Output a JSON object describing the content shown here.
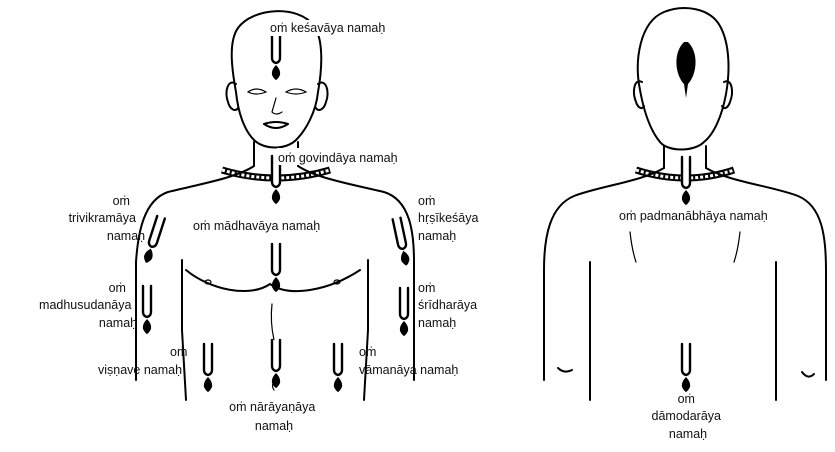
{
  "front_figure": {
    "labels": [
      {
        "id": "kesava",
        "lines": [
          "oṁ keśavāya namaḥ"
        ]
      },
      {
        "id": "govinda",
        "lines": [
          "oṁ govindāya namaḥ"
        ]
      },
      {
        "id": "madhava",
        "lines": [
          "oṁ mādhavāya namaḥ"
        ]
      },
      {
        "id": "trivikrama",
        "lines": [
          "oṁ",
          "trivikramāya",
          "namaḥ"
        ]
      },
      {
        "id": "hrsikesa",
        "lines": [
          "oṁ",
          "hṛṣīkeśāya",
          "namaḥ"
        ]
      },
      {
        "id": "madhusudana",
        "lines": [
          "oṁ",
          "madhusudanāya",
          "namaḥ"
        ]
      },
      {
        "id": "sridhara",
        "lines": [
          "oṁ",
          "śrīdharāya",
          "namaḥ"
        ]
      },
      {
        "id": "visnave",
        "lines": [
          "oṁ",
          "viṣṇave namaḥ"
        ]
      },
      {
        "id": "vamana",
        "lines": [
          "oṁ",
          "vāmanāya namaḥ"
        ]
      },
      {
        "id": "narayana",
        "lines": [
          "oṁ nārāyaṇāya",
          "namaḥ"
        ]
      }
    ]
  },
  "back_figure": {
    "labels": [
      {
        "id": "padmanabha",
        "lines": [
          "oṁ padmanābhāya namaḥ"
        ]
      },
      {
        "id": "damodara",
        "lines": [
          "oṁ",
          "dāmodarāya",
          "namaḥ"
        ]
      }
    ]
  }
}
